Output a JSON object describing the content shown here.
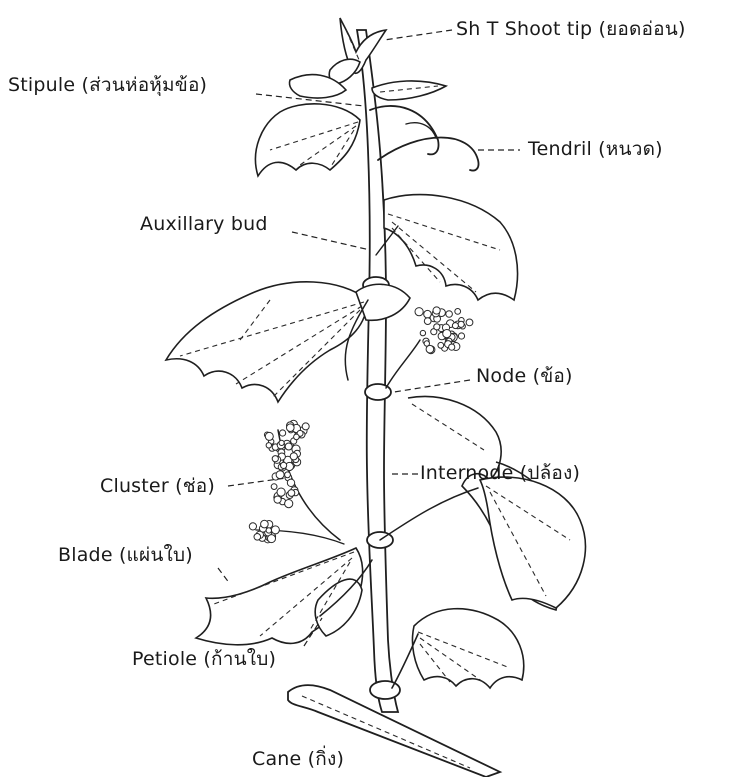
{
  "labels": {
    "shoot_tip": "Sh T  Shoot tip (ยอดอ่อน)",
    "stipule": "Stipule (ส่วนห่อหุ้มข้อ)",
    "tendril": "Tendril (หนวด)",
    "auxillary_bud": "Auxillary bud",
    "node": "Node (ข้อ)",
    "cluster": "Cluster (ช่อ)",
    "internode": "Internode (ปล้อง)",
    "blade": "Blade (แผ่นใบ)",
    "petiole": "Petiole (ก้านใบ)",
    "cane": "Cane (กิ่ง)"
  }
}
